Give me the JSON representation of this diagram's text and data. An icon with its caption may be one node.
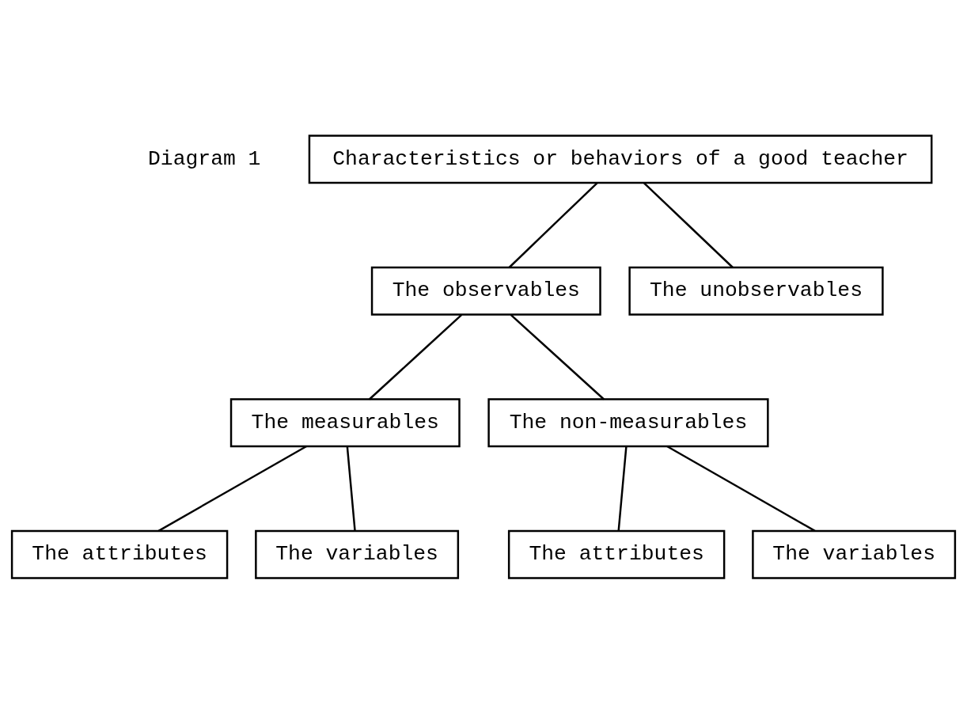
{
  "diagram": {
    "nodes": [
      {
        "text": [
          "Characteristics or behaviors of a good teacher"
        ]
      },
      {
        "text": [
          "The observables"
        ]
      },
      {
        "text": [
          "The unobservables"
        ]
      },
      {
        "text": [
          "The measurables"
        ]
      },
      {
        "text": [
          "The non-measurables"
        ]
      },
      {
        "text": [
          "The attributes"
        ]
      },
      {
        "text": [
          "The variables"
        ]
      },
      {
        "text": [
          "The attributes"
        ]
      },
      {
        "text": [
          "The variables"
        ]
      }
    ],
    "edges": [
      {
        "from": 0,
        "to": 1,
        "arrow": "none"
      },
      {
        "from": 0,
        "to": 2,
        "arrow": "none"
      },
      {
        "from": 1,
        "to": 3,
        "arrow": "none"
      },
      {
        "from": 1,
        "to": 4,
        "arrow": "none"
      },
      {
        "from": 3,
        "to": 5,
        "arrow": "none"
      },
      {
        "from": 3,
        "to": 6,
        "arrow": "none"
      },
      {
        "from": 4,
        "to": 7,
        "arrow": "none"
      },
      {
        "from": 4,
        "to": 8,
        "arrow": "none"
      }
    ],
    "labels": [
      "Diagram 1"
    ]
  }
}
